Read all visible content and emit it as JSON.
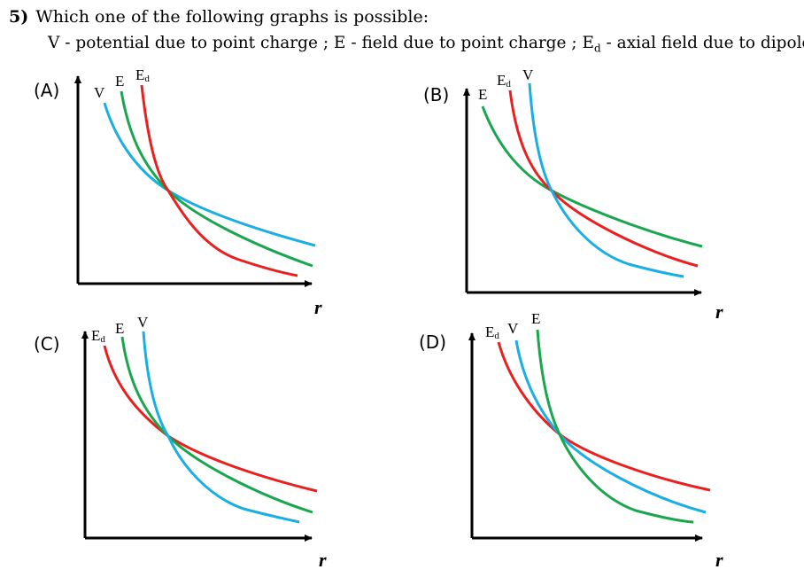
{
  "question": {
    "number": "5)",
    "text": "Which one of the following graphs is possible:",
    "legend_line": {
      "v_def": "V - potential due to point charge ; E - field due to point charge ; E",
      "ed_sub": "d",
      "ed_def": " -  axial field due to dipole"
    }
  },
  "colors": {
    "V": "#1aaee3",
    "E": "#1aa54f",
    "Ed": "#e82020",
    "axis": "#000000"
  },
  "axis_label": "r",
  "panels": [
    {
      "label": "(A)",
      "curve_labels": [
        {
          "base": "V",
          "sub": "",
          "color": "V"
        },
        {
          "base": "E",
          "sub": "",
          "color": "E"
        },
        {
          "base": "E",
          "sub": "d",
          "color": "Ed"
        }
      ]
    },
    {
      "label": "(B)",
      "curve_labels": [
        {
          "base": "E",
          "sub": "",
          "color": "E"
        },
        {
          "base": "E",
          "sub": "d",
          "color": "Ed"
        },
        {
          "base": "V",
          "sub": "",
          "color": "V"
        }
      ]
    },
    {
      "label": "(C)",
      "curve_labels": [
        {
          "base": "E",
          "sub": "d",
          "color": "Ed"
        },
        {
          "base": "E",
          "sub": "",
          "color": "E"
        },
        {
          "base": "V",
          "sub": "",
          "color": "V"
        }
      ]
    },
    {
      "label": "(D)",
      "curve_labels": [
        {
          "base": "E",
          "sub": "d",
          "color": "Ed"
        },
        {
          "base": "V",
          "sub": "",
          "color": "V"
        },
        {
          "base": "E",
          "sub": "",
          "color": "E"
        }
      ]
    }
  ]
}
